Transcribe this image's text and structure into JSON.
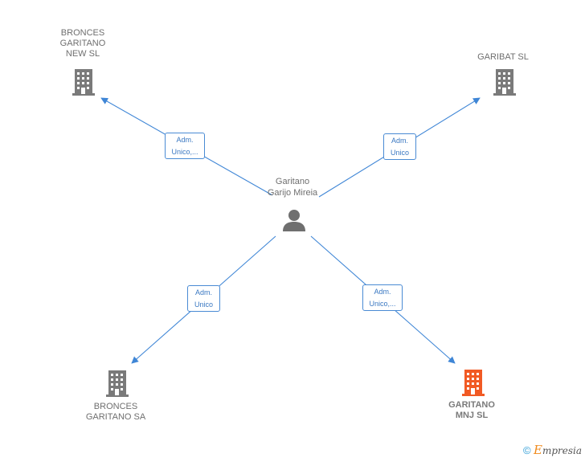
{
  "person": {
    "name": "Garitano\nGarijo Mireia",
    "icon": "person-icon"
  },
  "companies": [
    {
      "id": "bronces-garitano-new-sl",
      "label": "BRONCES\nGARITANO\nNEW  SL",
      "icon": "building-icon",
      "color": "#7a7a7a",
      "focus": false
    },
    {
      "id": "garibat-sl",
      "label": "GARIBAT  SL",
      "icon": "building-icon",
      "color": "#7a7a7a",
      "focus": false
    },
    {
      "id": "bronces-garitano-sa",
      "label": "BRONCES\nGARITANO SA",
      "icon": "building-icon",
      "color": "#7a7a7a",
      "focus": false
    },
    {
      "id": "garitano-mnj-sl",
      "label": "GARITANO\nMNJ  SL",
      "icon": "building-icon",
      "color": "#f15a24",
      "focus": true
    }
  ],
  "relations": [
    {
      "target": "bronces-garitano-new-sl",
      "label": "Adm.\nUnico,..."
    },
    {
      "target": "garibat-sl",
      "label": "Adm.\nUnico"
    },
    {
      "target": "bronces-garitano-sa",
      "label": "Adm.\nUnico"
    },
    {
      "target": "garitano-mnj-sl",
      "label": "Adm.\nUnico,..."
    }
  ],
  "colors": {
    "edge": "#3f86d6",
    "node": "#7a7a7a",
    "highlight": "#f15a24"
  },
  "footer": {
    "copyright": "©",
    "brand_first": "E",
    "brand_rest": "mpresia"
  }
}
